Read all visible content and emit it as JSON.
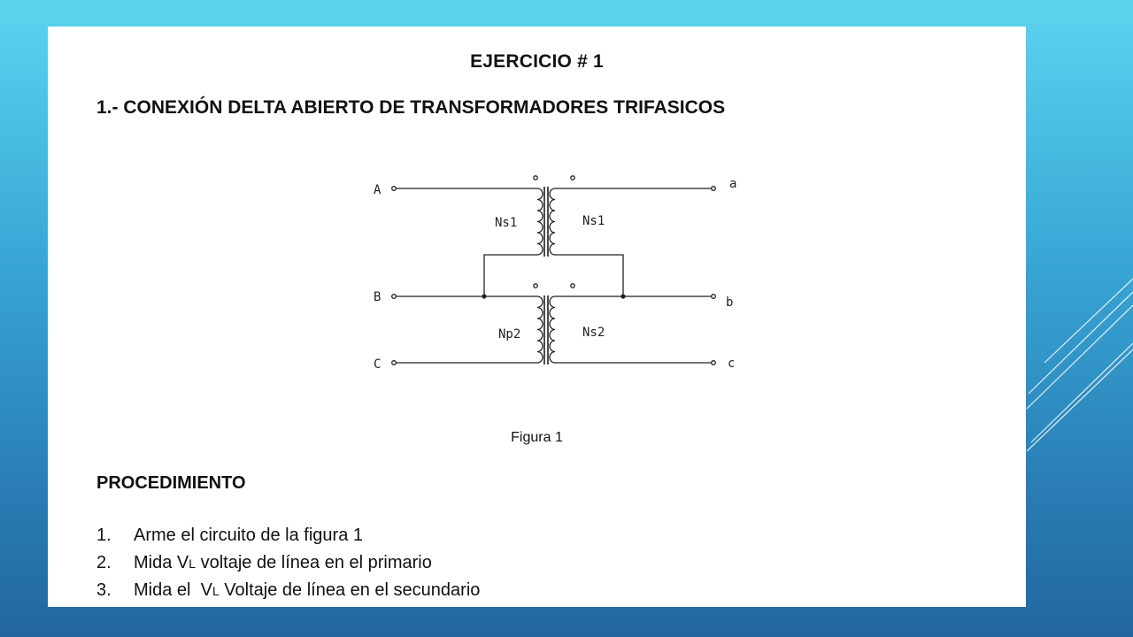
{
  "slide": {
    "title": "EJERCICIO # 1",
    "subtitle": "1.- CONEXIÓN DELTA ABIERTO DE TRANSFORMADORES TRIFASICOS",
    "figure_caption": "Figura 1",
    "procedure_heading": "PROCEDIMIENTO",
    "steps": [
      {
        "num": "1.",
        "text": "Arme el circuito de la figura 1"
      },
      {
        "num": "2.",
        "pre": "Mida V",
        "sub": "L",
        "post": " voltaje de línea en el primario"
      },
      {
        "num": "3.",
        "pre": "Mida el  V",
        "sub": "L",
        "post": " Voltaje de línea en el secundario"
      }
    ]
  },
  "diagram": {
    "terminals_primary": [
      "A",
      "B",
      "C"
    ],
    "terminals_secondary": [
      "a",
      "b",
      "c"
    ],
    "top_primary_winding": "Ns1",
    "top_secondary_winding": "Ns1",
    "bottom_primary_winding": "Np2",
    "bottom_secondary_winding": "Ns2"
  },
  "colors": {
    "background_top": "#5dd4ef",
    "background_bottom": "#2266a0",
    "sheet": "#ffffff",
    "ink": "#111111"
  }
}
